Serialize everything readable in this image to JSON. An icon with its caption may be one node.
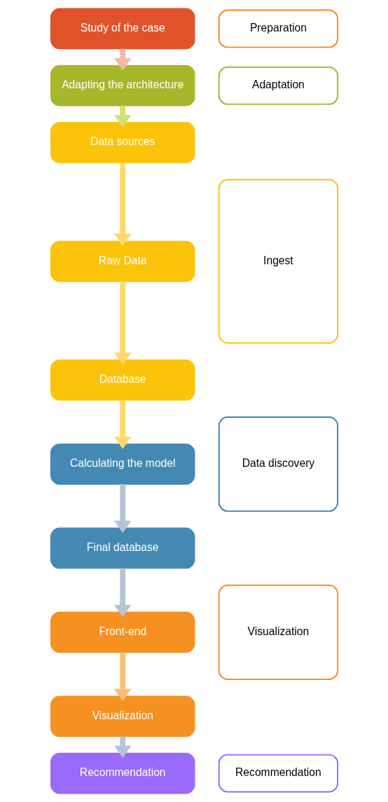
{
  "diagram": {
    "nodes": [
      {
        "text": [
          "Study of the case"
        ]
      },
      {
        "text": [
          "Adapting the architecture"
        ]
      },
      {
        "text": [
          "Data sources"
        ]
      },
      {
        "text": [
          "Raw Data"
        ]
      },
      {
        "text": [
          "Database"
        ]
      },
      {
        "text": [
          "Calculating the model"
        ]
      },
      {
        "text": [
          "Final database"
        ]
      },
      {
        "text": [
          "Front-end"
        ]
      },
      {
        "text": [
          "Visualization"
        ]
      },
      {
        "text": [
          "Recommendation"
        ]
      },
      {
        "text": [
          "Preparation"
        ]
      },
      {
        "text": [
          "Adaptation"
        ]
      },
      {
        "text": [
          "Ingest"
        ]
      },
      {
        "text": [
          "Data discovery"
        ]
      },
      {
        "text": [
          "Visualization"
        ]
      },
      {
        "text": [
          "Recommendation"
        ]
      }
    ],
    "edges": [
      {
        "from": 0,
        "to": 1,
        "arrow": "to",
        "color": "#f2b8a8"
      },
      {
        "from": 1,
        "to": 2,
        "arrow": "to",
        "color": "#d4e06f"
      },
      {
        "from": 2,
        "to": 3,
        "arrow": "to",
        "color": "#fed96a"
      },
      {
        "from": 3,
        "to": 4,
        "arrow": "to",
        "color": "#fed96a"
      },
      {
        "from": 4,
        "to": 5,
        "arrow": "to",
        "color": "#fed96a"
      },
      {
        "from": 5,
        "to": 6,
        "arrow": "to",
        "color": "#b3c4d6"
      },
      {
        "from": 6,
        "to": 7,
        "arrow": "to",
        "color": "#b3c4d6"
      },
      {
        "from": 7,
        "to": 8,
        "arrow": "to",
        "color": "#f9bf7a"
      },
      {
        "from": 8,
        "to": 9,
        "arrow": "to",
        "color": "#b3c4d6"
      }
    ]
  }
}
